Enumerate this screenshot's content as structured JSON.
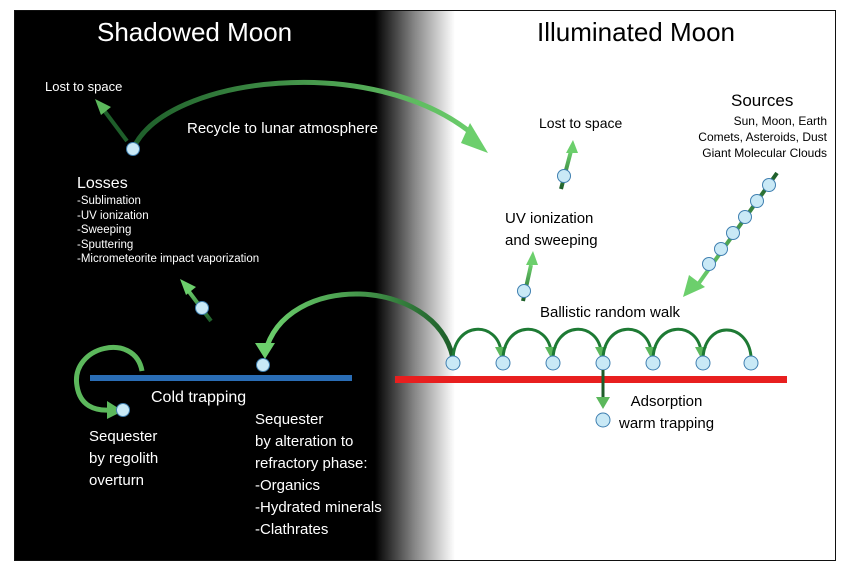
{
  "titles": {
    "left": "Shadowed Moon",
    "right": "Illuminated Moon"
  },
  "left": {
    "lost": "Lost to space",
    "recycle": "Recycle to lunar atmosphere",
    "losses_head": "Losses",
    "losses": [
      "-Sublimation",
      "-UV ionization",
      "-Sweeping",
      "-Sputtering",
      "-Micrometeorite impact vaporization"
    ],
    "cold_trapping": "Cold trapping",
    "sequester_regolith": [
      "Sequester",
      "by regolith",
      "overturn"
    ],
    "sequester_alteration": [
      "Sequester",
      "by alteration to",
      "refractory phase:",
      "-Organics",
      "-Hydrated minerals",
      "-Clathrates"
    ]
  },
  "right": {
    "lost": "Lost to space",
    "uv": [
      "UV ionization",
      "and sweeping"
    ],
    "sources_head": "Sources",
    "sources": [
      "Sun, Moon, Earth",
      "Comets, Asteroids, Dust",
      "Giant Molecular Clouds"
    ],
    "ballistic": "Ballistic random walk",
    "adsorption": [
      "Adsorption",
      "warm trapping"
    ]
  },
  "colors": {
    "cold_surface": "#2a6db5",
    "warm_surface": "#e81f1f",
    "arrow_green": "#5cb85c",
    "arrow_dark_green": "#1e5e2a",
    "molecule_fill": "#c9e9f6",
    "molecule_stroke": "#3f7fb0"
  },
  "icons": [
    "molecule-dot",
    "curved-arrow",
    "straight-arrow"
  ]
}
